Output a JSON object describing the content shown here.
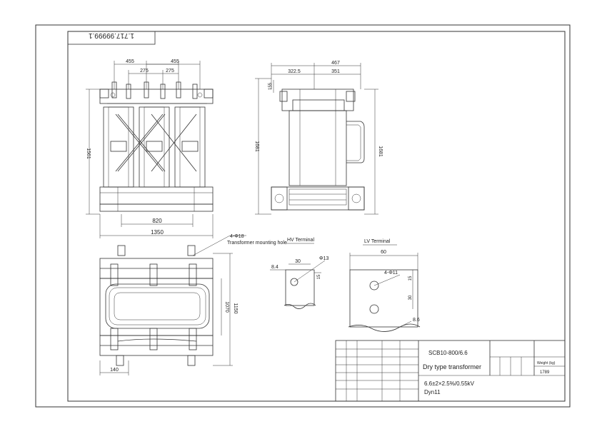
{
  "drawing_number": "1.717.99999.1",
  "front_view": {
    "dim_top_left": "455",
    "dim_top_right": "455",
    "dim_inner_left": "275",
    "dim_inner_right": "275",
    "dim_height": "1561",
    "dim_base_inner": "820",
    "dim_base_outer": "1350"
  },
  "side_view": {
    "dim_top_total": "467",
    "dim_top_left": "322.5",
    "dim_top_right": "351",
    "dim_small": "155",
    "dim_height_left": "1681",
    "dim_height_right": "1681"
  },
  "plan_view": {
    "dim_depth": "1070",
    "dim_depth_total": "1150",
    "dim_foot": "140",
    "hole_label": "4-Φ18",
    "hole_note": "Transformer mounting hole"
  },
  "hv_terminal": {
    "title": "HV Terminal",
    "dim_width": "30",
    "dim_hole": "Φ13",
    "dim_offset": "15",
    "dim_thickness": "8.4"
  },
  "lv_terminal": {
    "title": "LV Terminal",
    "dim_width": "60",
    "dim_holes": "4-Φ11",
    "dim_edge": "15",
    "dim_pitch": "30",
    "dim_thickness": "8.6"
  },
  "title_block": {
    "model": "SCB10-800/6.6",
    "product": "Dry type transformer",
    "ratings": "6.6±2×2.5%/0.55kV",
    "vector_group": "Dyn11",
    "weight_label": "Weight (kg)",
    "weight_value": "1789"
  }
}
